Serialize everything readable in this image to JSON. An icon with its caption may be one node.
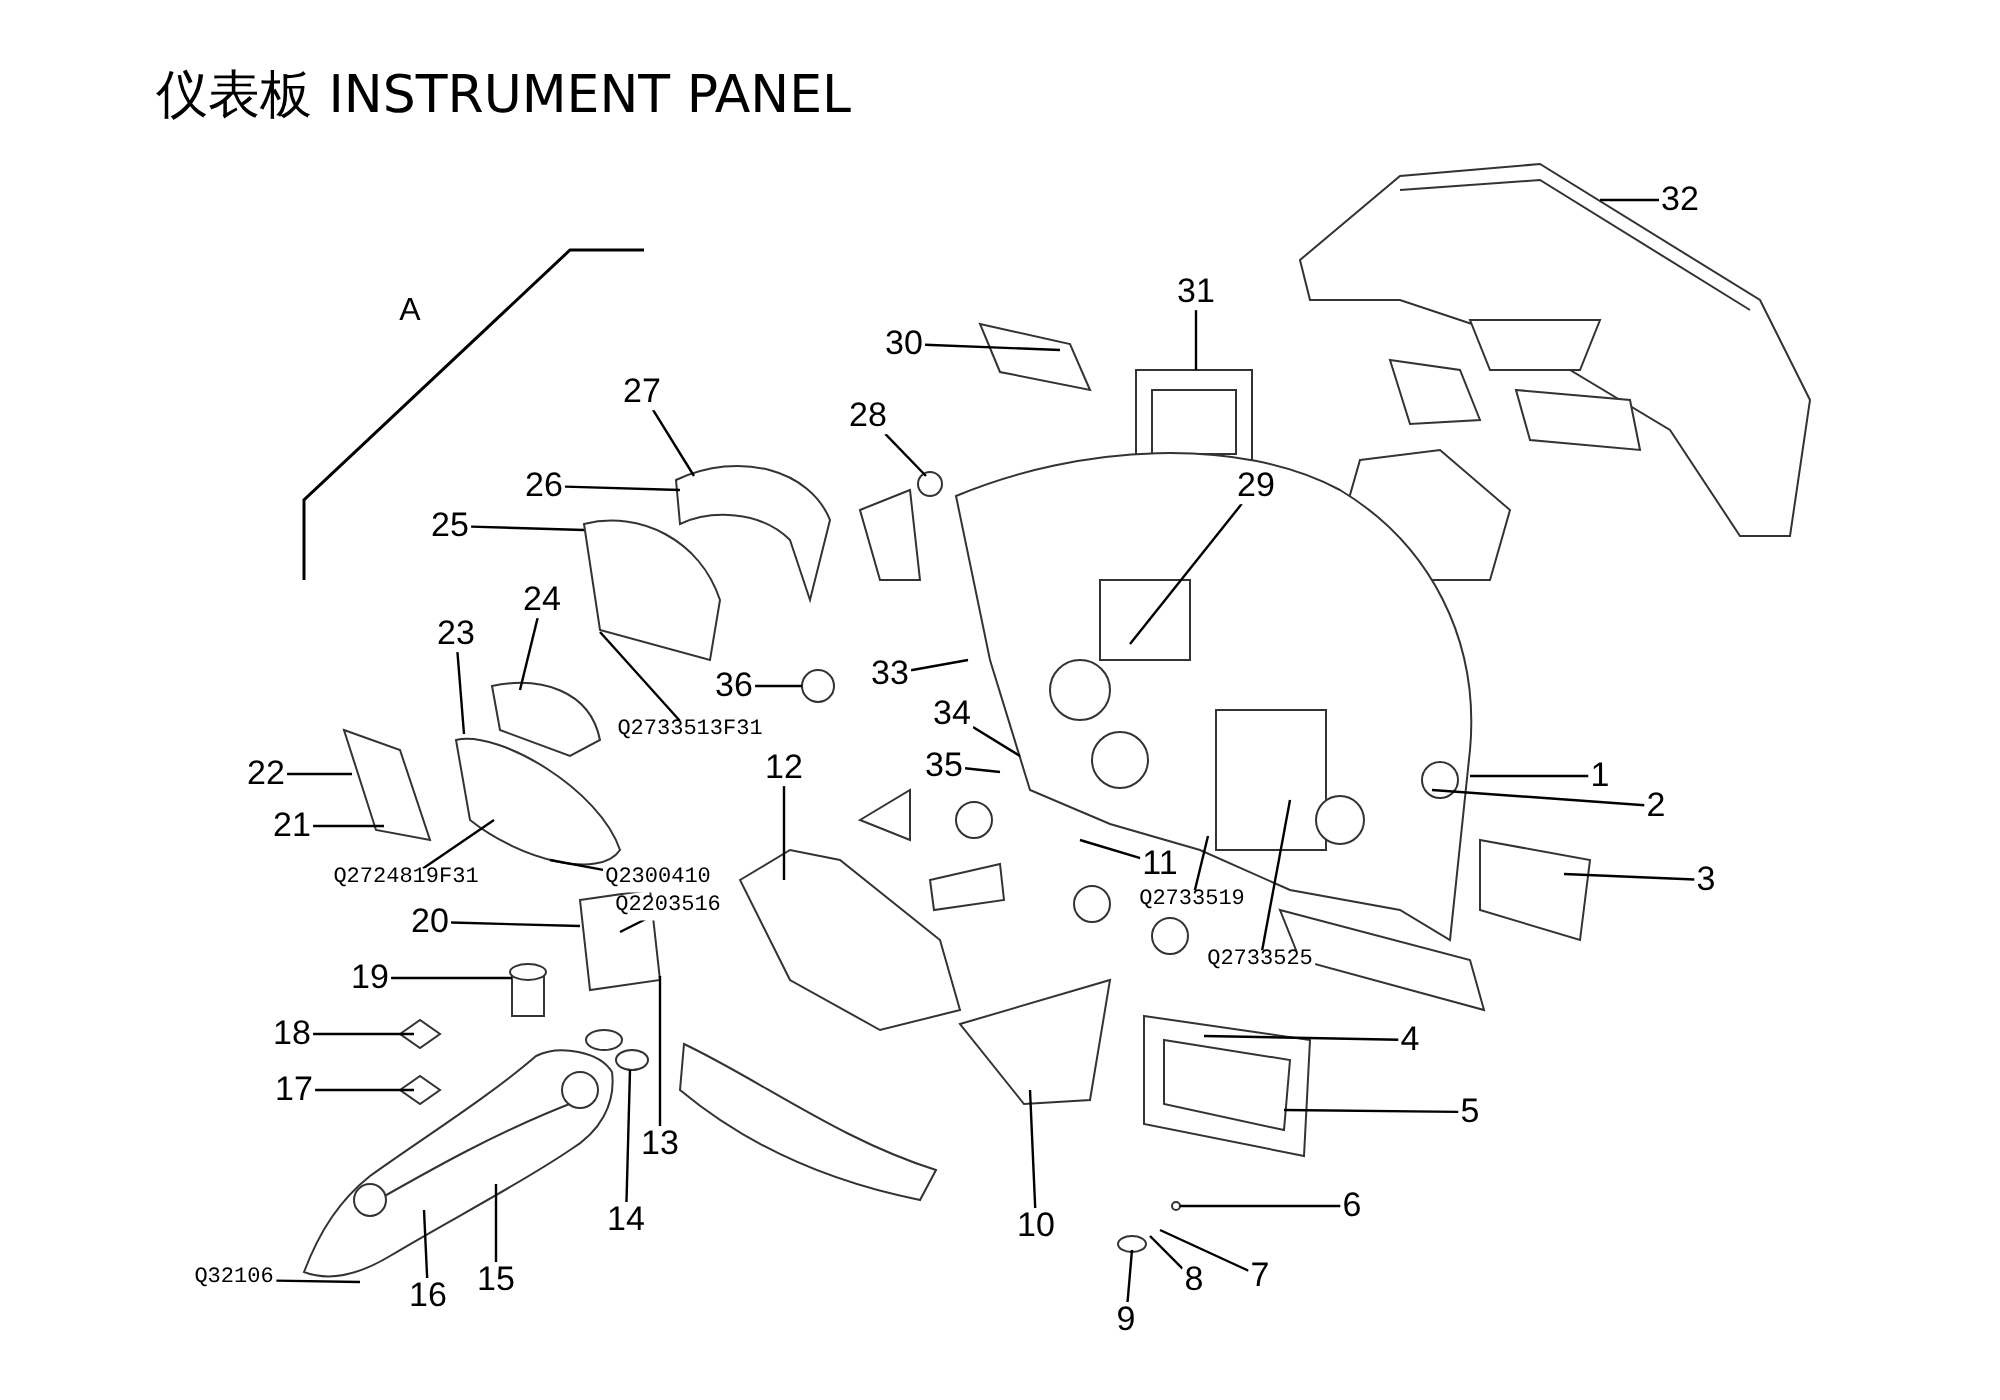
{
  "diagram": {
    "title": "仪表板 INSTRUMENT PANEL",
    "nodes": [
      {
        "text": [
          "1"
        ]
      },
      {
        "text": [
          "2"
        ]
      },
      {
        "text": [
          "3"
        ]
      },
      {
        "text": [
          "4"
        ]
      },
      {
        "text": [
          "5"
        ]
      },
      {
        "text": [
          "6"
        ]
      },
      {
        "text": [
          "7"
        ]
      },
      {
        "text": [
          "8"
        ]
      },
      {
        "text": [
          "9"
        ]
      },
      {
        "text": [
          "10"
        ]
      },
      {
        "text": [
          "11"
        ]
      },
      {
        "text": [
          "12"
        ]
      },
      {
        "text": [
          "13"
        ]
      },
      {
        "text": [
          "14"
        ]
      },
      {
        "text": [
          "15"
        ]
      },
      {
        "text": [
          "16"
        ]
      },
      {
        "text": [
          "17"
        ]
      },
      {
        "text": [
          "18"
        ]
      },
      {
        "text": [
          "19"
        ]
      },
      {
        "text": [
          "20"
        ]
      },
      {
        "text": [
          "21"
        ]
      },
      {
        "text": [
          "22"
        ]
      },
      {
        "text": [
          "23"
        ]
      },
      {
        "text": [
          "24"
        ]
      },
      {
        "text": [
          "25"
        ]
      },
      {
        "text": [
          "26"
        ]
      },
      {
        "text": [
          "27"
        ]
      },
      {
        "text": [
          "28"
        ]
      },
      {
        "text": [
          "29"
        ]
      },
      {
        "text": [
          "30"
        ]
      },
      {
        "text": [
          "31"
        ]
      },
      {
        "text": [
          "32"
        ]
      },
      {
        "text": [
          "33"
        ]
      },
      {
        "text": [
          "34"
        ]
      },
      {
        "text": [
          "35"
        ]
      },
      {
        "text": [
          "36"
        ]
      },
      {
        "text": [
          "Q2733513F31"
        ]
      },
      {
        "text": [
          "Q2724819F31"
        ]
      },
      {
        "text": [
          "Q2300410"
        ]
      },
      {
        "text": [
          "Q2203516"
        ]
      },
      {
        "text": [
          "Q2733519"
        ]
      },
      {
        "text": [
          "Q2733525"
        ]
      },
      {
        "text": [
          "Q32106"
        ]
      }
    ],
    "edges": [
      {
        "from": 0,
        "to": null,
        "arrow": "none"
      },
      {
        "from": 1,
        "to": null,
        "arrow": "none"
      },
      {
        "from": 2,
        "to": null,
        "arrow": "none"
      },
      {
        "from": 3,
        "to": null,
        "arrow": "none"
      },
      {
        "from": 4,
        "to": null,
        "arrow": "none"
      },
      {
        "from": 5,
        "to": null,
        "arrow": "none"
      },
      {
        "from": 6,
        "to": null,
        "arrow": "none"
      },
      {
        "from": 7,
        "to": null,
        "arrow": "none"
      },
      {
        "from": 8,
        "to": null,
        "arrow": "none"
      },
      {
        "from": 9,
        "to": null,
        "arrow": "none"
      },
      {
        "from": 10,
        "to": null,
        "arrow": "none"
      },
      {
        "from": 11,
        "to": null,
        "arrow": "none"
      },
      {
        "from": 12,
        "to": null,
        "arrow": "none"
      },
      {
        "from": 13,
        "to": null,
        "arrow": "none"
      },
      {
        "from": 14,
        "to": null,
        "arrow": "none"
      },
      {
        "from": 15,
        "to": null,
        "arrow": "none"
      },
      {
        "from": 16,
        "to": null,
        "arrow": "none"
      },
      {
        "from": 17,
        "to": null,
        "arrow": "none"
      },
      {
        "from": 18,
        "to": null,
        "arrow": "none"
      },
      {
        "from": 19,
        "to": null,
        "arrow": "none"
      },
      {
        "from": 20,
        "to": null,
        "arrow": "none"
      },
      {
        "from": 21,
        "to": null,
        "arrow": "none"
      },
      {
        "from": 22,
        "to": null,
        "arrow": "none"
      },
      {
        "from": 23,
        "to": null,
        "arrow": "none"
      },
      {
        "from": 24,
        "to": null,
        "arrow": "none"
      },
      {
        "from": 25,
        "to": null,
        "arrow": "none"
      },
      {
        "from": 26,
        "to": null,
        "arrow": "none"
      },
      {
        "from": 27,
        "to": null,
        "arrow": "none"
      },
      {
        "from": 28,
        "to": null,
        "arrow": "none"
      },
      {
        "from": 29,
        "to": null,
        "arrow": "none"
      },
      {
        "from": 30,
        "to": null,
        "arrow": "none"
      },
      {
        "from": 31,
        "to": null,
        "arrow": "none"
      },
      {
        "from": 32,
        "to": null,
        "arrow": "none"
      },
      {
        "from": 33,
        "to": null,
        "arrow": "none"
      },
      {
        "from": 34,
        "to": null,
        "arrow": "none"
      },
      {
        "from": 35,
        "to": null,
        "arrow": "none"
      },
      {
        "from": 36,
        "to": null,
        "arrow": "none"
      },
      {
        "from": 37,
        "to": null,
        "arrow": "none"
      },
      {
        "from": 38,
        "to": null,
        "arrow": "none"
      },
      {
        "from": 39,
        "to": null,
        "arrow": "none"
      },
      {
        "from": 40,
        "to": null,
        "arrow": "none"
      },
      {
        "from": 41,
        "to": null,
        "arrow": "none"
      },
      {
        "from": 42,
        "to": null,
        "arrow": "none"
      }
    ],
    "labels": [
      "A"
    ]
  }
}
